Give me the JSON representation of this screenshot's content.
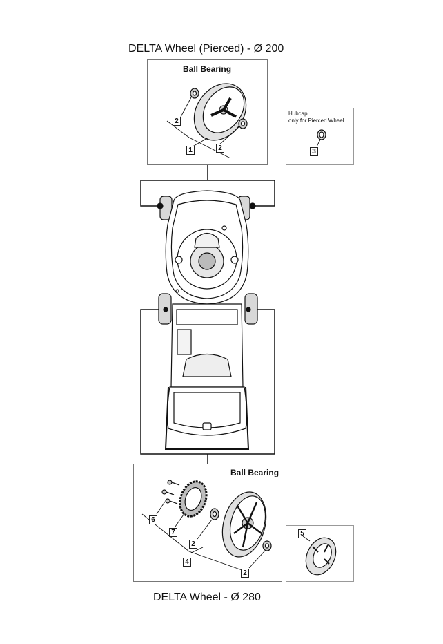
{
  "titles": {
    "top": "DELTA Wheel (Pierced) -  Ø 200",
    "bottom": "DELTA Wheel -  Ø 280"
  },
  "boxes": {
    "top_label": "Ball Bearing",
    "hubcap_line1": "Hubcap",
    "hubcap_line2": "only for Pierced Wheel",
    "bottom_label": "Ball Bearing"
  },
  "part_numbers": {
    "top_left_bearing": "2",
    "top_wheel": "1",
    "top_right_bearing": "2",
    "hubcap": "3",
    "screws": "6",
    "gear": "7",
    "bottom_inner_bearing": "2",
    "bottom_wheel": "4",
    "bottom_outer_bearing": "2",
    "wheel_cap": "5"
  },
  "icons": [
    "wheel",
    "ball-bearing",
    "hubcap",
    "screw",
    "gear-ring",
    "wheel-cover",
    "lawn-mower"
  ],
  "colors": {
    "line": "#111111",
    "frame": "#777777",
    "shade": "#d8d8d8"
  }
}
